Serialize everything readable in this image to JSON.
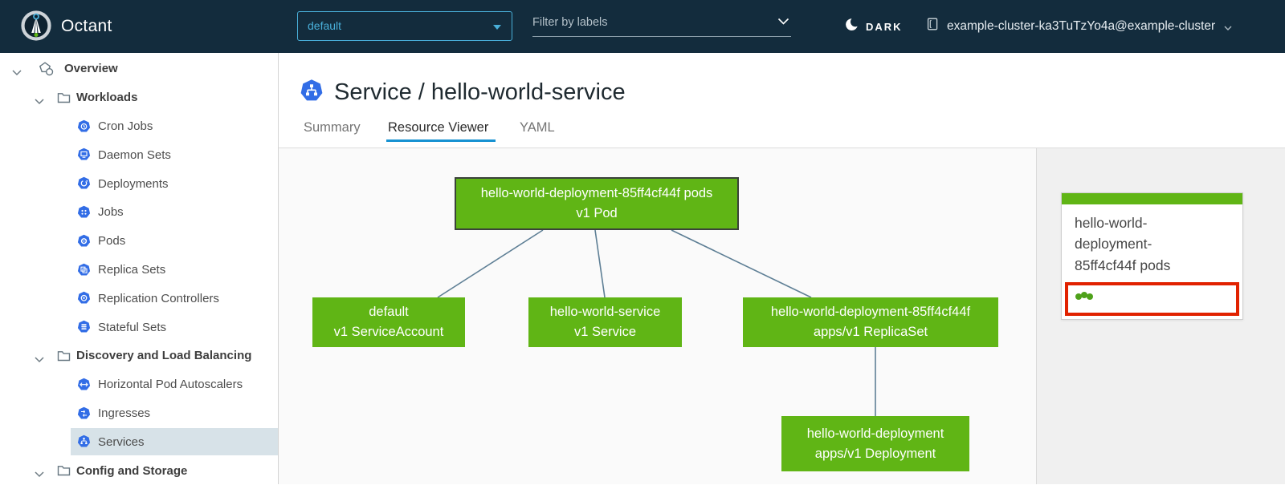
{
  "header": {
    "app_title": "Octant",
    "namespace_selected": "default",
    "filter_placeholder": "Filter by labels",
    "theme_label": "DARK",
    "cluster_name": "example-cluster-ka3TuTzYo4a@example-cluster",
    "icons": [
      "octant-logo",
      "dropdown-caret-icon",
      "chevron-down-icon",
      "moon-icon",
      "cluster-icon"
    ]
  },
  "sidebar": {
    "items": [
      {
        "label": "Overview",
        "level": 0,
        "icon": "overview-icon",
        "expanded": true
      },
      {
        "label": "Workloads",
        "level": 1,
        "icon": "folder-icon",
        "expanded": true
      },
      {
        "label": "Cron Jobs",
        "level": 2,
        "icon": "cron-jobs-icon"
      },
      {
        "label": "Daemon Sets",
        "level": 2,
        "icon": "daemon-sets-icon"
      },
      {
        "label": "Deployments",
        "level": 2,
        "icon": "deployments-icon"
      },
      {
        "label": "Jobs",
        "level": 2,
        "icon": "jobs-icon"
      },
      {
        "label": "Pods",
        "level": 2,
        "icon": "pods-icon"
      },
      {
        "label": "Replica Sets",
        "level": 2,
        "icon": "replica-sets-icon"
      },
      {
        "label": "Replication Controllers",
        "level": 2,
        "icon": "replication-controllers-icon"
      },
      {
        "label": "Stateful Sets",
        "level": 2,
        "icon": "stateful-sets-icon"
      },
      {
        "label": "Discovery and Load Balancing",
        "level": 1,
        "icon": "folder-icon",
        "expanded": true
      },
      {
        "label": "Horizontal Pod Autoscalers",
        "level": 2,
        "icon": "hpa-icon"
      },
      {
        "label": "Ingresses",
        "level": 2,
        "icon": "ingresses-icon"
      },
      {
        "label": "Services",
        "level": 2,
        "icon": "services-icon",
        "selected": true
      },
      {
        "label": "Config and Storage",
        "level": 1,
        "icon": "folder-icon",
        "expanded": true
      }
    ]
  },
  "main": {
    "page_title": "Service / hello-world-service",
    "page_icon": "service-icon",
    "tabs": [
      {
        "label": "Summary",
        "active": false
      },
      {
        "label": "Resource Viewer",
        "active": true
      },
      {
        "label": "YAML",
        "active": false
      }
    ]
  },
  "graph": {
    "nodes": [
      {
        "name": "hello-world-deployment-85ff4cf44f pods",
        "kind": "v1 Pod",
        "status": "ok",
        "selected": true
      },
      {
        "name": "default",
        "kind": "v1 ServiceAccount",
        "status": "ok"
      },
      {
        "name": "hello-world-service",
        "kind": "v1 Service",
        "status": "ok"
      },
      {
        "name": "hello-world-deployment-85ff4cf44f",
        "kind": "apps/v1 ReplicaSet",
        "status": "ok"
      },
      {
        "name": "hello-world-deployment",
        "kind": "apps/v1 Deployment",
        "status": "ok"
      }
    ],
    "edges": [
      {
        "from": "v1 Pod",
        "to": "v1 ServiceAccount"
      },
      {
        "from": "v1 Pod",
        "to": "v1 Service"
      },
      {
        "from": "v1 Pod",
        "to": "apps/v1 ReplicaSet"
      },
      {
        "from": "apps/v1 ReplicaSet",
        "to": "apps/v1 Deployment"
      }
    ]
  },
  "detail_panel": {
    "card_title": "hello-world-deployment-85ff4cf44f pods",
    "pod_status_dot_count": 3
  },
  "colors": {
    "header_bg": "#132c3d",
    "accent_blue": "#49afd9",
    "kubernetes_icon_blue": "#326de6",
    "node_green": "#60b515",
    "selected_row_bg": "#d7e2e8",
    "tab_underline_blue": "#1792d2",
    "edge_line": "#5e7f95",
    "alert_red_border": "#e12200",
    "status_dot_green": "#4ea11a"
  }
}
